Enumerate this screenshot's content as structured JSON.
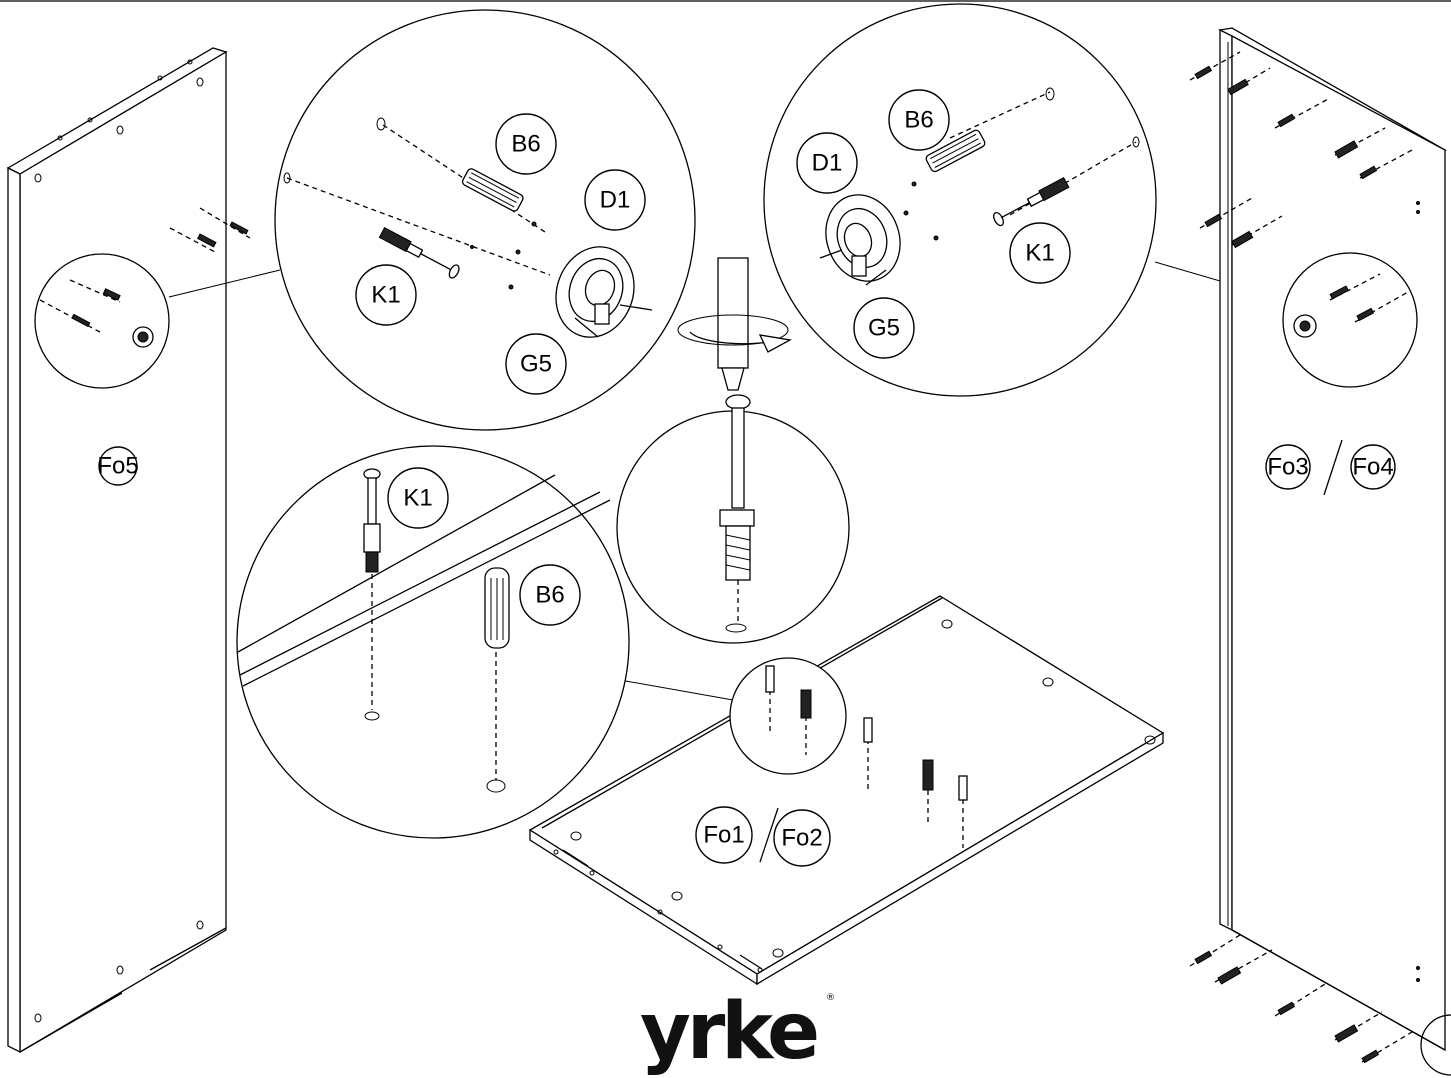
{
  "labels": {
    "panel_left": "Fo5",
    "panel_right_a": "Fo3",
    "panel_right_b": "Fo4",
    "panel_bottom_a": "Fo1",
    "panel_bottom_b": "Fo2",
    "zoom_left": {
      "b6": "B6",
      "d1": "D1",
      "k1": "K1",
      "g5": "G5"
    },
    "zoom_right": {
      "b6": "B6",
      "d1": "D1",
      "k1": "K1",
      "g5": "G5"
    },
    "zoom_bottom": {
      "k1": "K1",
      "b6": "B6"
    }
  },
  "logo": {
    "text": "yrke",
    "mark": "®"
  }
}
